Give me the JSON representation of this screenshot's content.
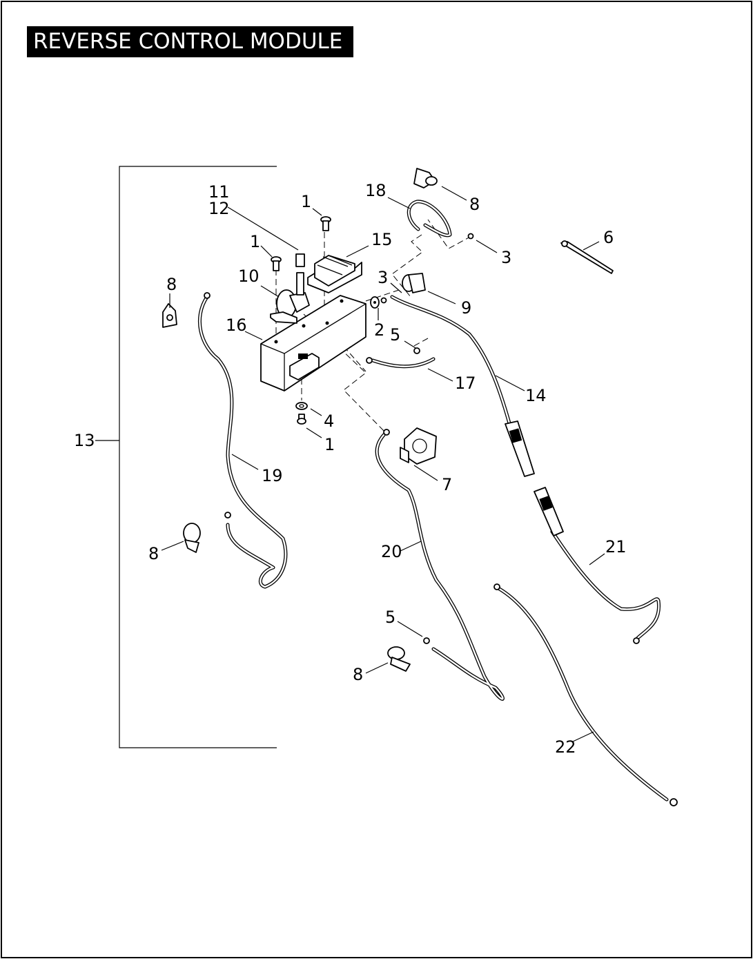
{
  "title": "REVERSE CONTROL MODULE",
  "callouts": {
    "c1a": "1",
    "c1b": "1",
    "c1c": "1",
    "c2": "2",
    "c3a": "3",
    "c3b": "3",
    "c4": "4",
    "c5a": "5",
    "c5b": "5",
    "c6": "6",
    "c7": "7",
    "c8a": "8",
    "c8b": "8",
    "c8c": "8",
    "c8d": "8",
    "c9": "9",
    "c10": "10",
    "c11": "11",
    "c12": "12",
    "c13": "13",
    "c14": "14",
    "c15": "15",
    "c16": "16",
    "c17": "17",
    "c18": "18",
    "c19": "19",
    "c20": "20",
    "c21": "21",
    "c22": "22"
  }
}
